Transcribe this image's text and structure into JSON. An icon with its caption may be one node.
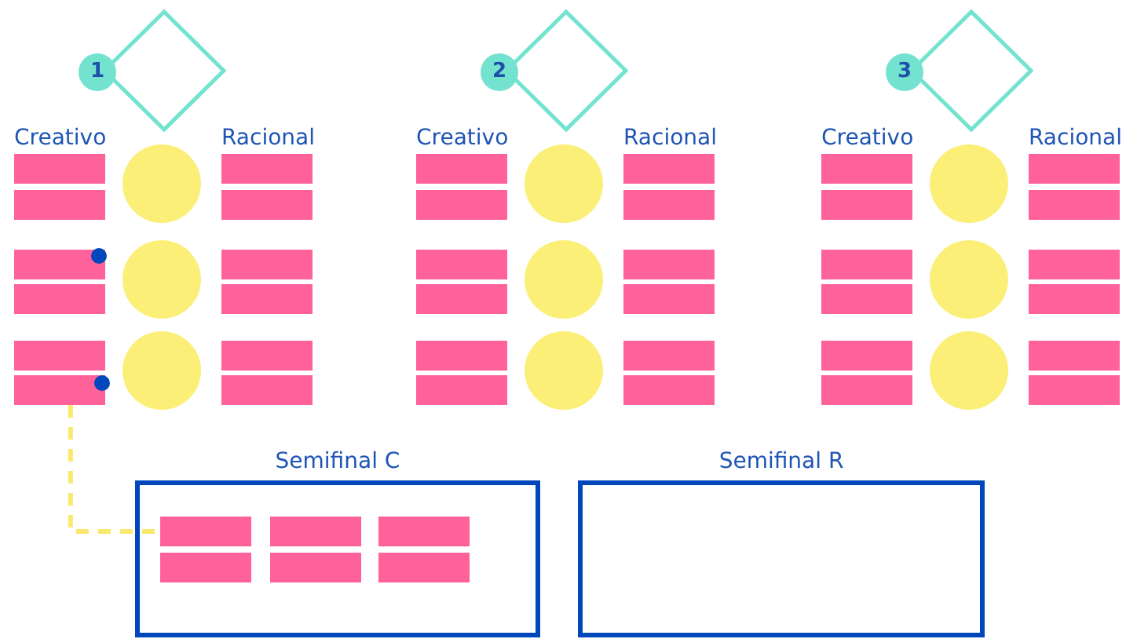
{
  "diagram": {
    "nodes": [
      {
        "text": [
          "1"
        ]
      },
      {
        "text": [],
        "shape": "diamond"
      },
      {
        "text": [],
        "shape": "bar"
      },
      {
        "text": [],
        "shape": "bar"
      },
      {
        "text": [],
        "shape": "circle"
      },
      {
        "text": [],
        "shape": "bar"
      },
      {
        "text": [],
        "shape": "bar"
      },
      {
        "text": [],
        "shape": "bar"
      },
      {
        "text": [],
        "shape": "bar"
      },
      {
        "text": [],
        "shape": "circle"
      },
      {
        "text": [],
        "shape": "bar"
      },
      {
        "text": [],
        "shape": "bar"
      },
      {
        "text": [],
        "shape": "bar"
      },
      {
        "text": [],
        "shape": "bar"
      },
      {
        "text": [],
        "shape": "circle"
      },
      {
        "text": [],
        "shape": "bar"
      },
      {
        "text": [],
        "shape": "bar"
      },
      {
        "text": [
          "2"
        ]
      },
      {
        "text": [],
        "shape": "diamond"
      },
      {
        "text": [],
        "shape": "bar"
      },
      {
        "text": [],
        "shape": "bar"
      },
      {
        "text": [],
        "shape": "circle"
      },
      {
        "text": [],
        "shape": "bar"
      },
      {
        "text": [],
        "shape": "bar"
      },
      {
        "text": [],
        "shape": "bar"
      },
      {
        "text": [],
        "shape": "bar"
      },
      {
        "text": [],
        "shape": "circle"
      },
      {
        "text": [],
        "shape": "bar"
      },
      {
        "text": [],
        "shape": "bar"
      },
      {
        "text": [],
        "shape": "bar"
      },
      {
        "text": [],
        "shape": "bar"
      },
      {
        "text": [],
        "shape": "circle"
      },
      {
        "text": [],
        "shape": "bar"
      },
      {
        "text": [],
        "shape": "bar"
      },
      {
        "text": [
          "3"
        ]
      },
      {
        "text": [],
        "shape": "diamond"
      },
      {
        "text": [],
        "shape": "bar"
      },
      {
        "text": [],
        "shape": "bar"
      },
      {
        "text": [],
        "shape": "circle"
      },
      {
        "text": [],
        "shape": "bar"
      },
      {
        "text": [],
        "shape": "bar"
      },
      {
        "text": [],
        "shape": "bar"
      },
      {
        "text": [],
        "shape": "bar"
      },
      {
        "text": [],
        "shape": "circle"
      },
      {
        "text": [],
        "shape": "bar"
      },
      {
        "text": [],
        "shape": "bar"
      },
      {
        "text": [],
        "shape": "bar"
      },
      {
        "text": [],
        "shape": "bar"
      },
      {
        "text": [],
        "shape": "circle"
      },
      {
        "text": [],
        "shape": "bar"
      },
      {
        "text": [],
        "shape": "bar"
      },
      {
        "text": [
          "Semifinal C"
        ]
      },
      {
        "text": [],
        "shape": "bar",
        "in": 51
      },
      {
        "text": [],
        "shape": "bar",
        "in": 51
      },
      {
        "text": [],
        "shape": "bar",
        "in": 51
      },
      {
        "text": [],
        "shape": "bar",
        "in": 51
      },
      {
        "text": [],
        "shape": "bar",
        "in": 51
      },
      {
        "text": [],
        "shape": "bar",
        "in": 51
      },
      {
        "text": [
          "Semifinal R"
        ]
      }
    ],
    "edges": [
      {
        "from": 13,
        "to": 52,
        "arrow": "none",
        "style": "dashed",
        "color": "#fbe96f"
      }
    ],
    "labels": [
      "Creativo",
      "Racional",
      "Creativo",
      "Racional",
      "Creativo",
      "Racional"
    ]
  }
}
